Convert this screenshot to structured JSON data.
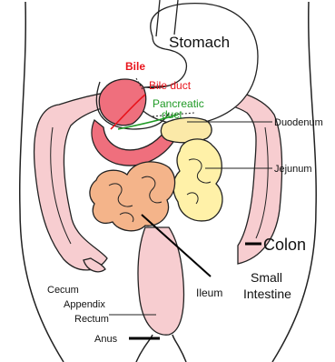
{
  "labels": {
    "stomach": "Stomach",
    "bile": "Bile",
    "bile_duct": "Bile duct",
    "pancreatic_line1": "Pancreatic",
    "pancreatic_line2": "duct",
    "duodenum": "Duodenum",
    "jejunum": "Jejunum",
    "colon": "Colon",
    "small_intestine_line1": "Small",
    "small_intestine_line2": "Intestine",
    "ileum": "Ileum",
    "cecum": "Cecum",
    "appendix": "Appendix",
    "rectum": "Rectum",
    "anus": "Anus"
  },
  "colors": {
    "tissue": "#f7cdd0",
    "gallbladder": "#ef6f7d",
    "pancreas": "#fbe9a8",
    "jejunum": "#fff1a8",
    "ileum": "#f4b48a",
    "bile_text": "#e8141c",
    "pancreatic_text": "#1f9a25"
  }
}
